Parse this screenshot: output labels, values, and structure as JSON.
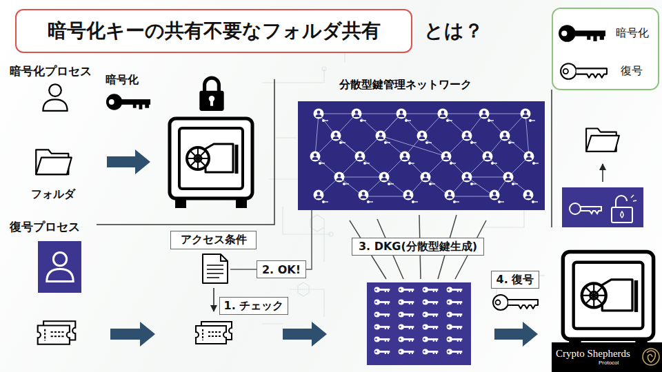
{
  "diagram": {
    "title": "暗号化キーの共有不要なフォルダ共有",
    "nodes": [
      {
        "text": [
          "分散型鍵管理ネットワーク"
        ]
      },
      {
        "text": [
          "アクセス条件"
        ]
      },
      {
        "text": [
          "3. DKG(分散型鍵生成)"
        ]
      },
      {
        "text": [
          "2. OK!"
        ]
      },
      {
        "text": [
          "4. 復号"
        ]
      },
      {
        "text": [
          "1. チェック"
        ]
      },
      {
        "text": [
          "Crypto Shepherds",
          "Protocol"
        ]
      }
    ],
    "edges": [
      {
        "from": 3,
        "to": 0,
        "arrow": "none"
      }
    ],
    "labels": [
      "とは？",
      "暗号化プロセス",
      "暗号化",
      "フォルダ",
      "復号プロセス"
    ],
    "legend": [
      {
        "text": "暗号化"
      },
      {
        "text": "復号"
      }
    ]
  }
}
